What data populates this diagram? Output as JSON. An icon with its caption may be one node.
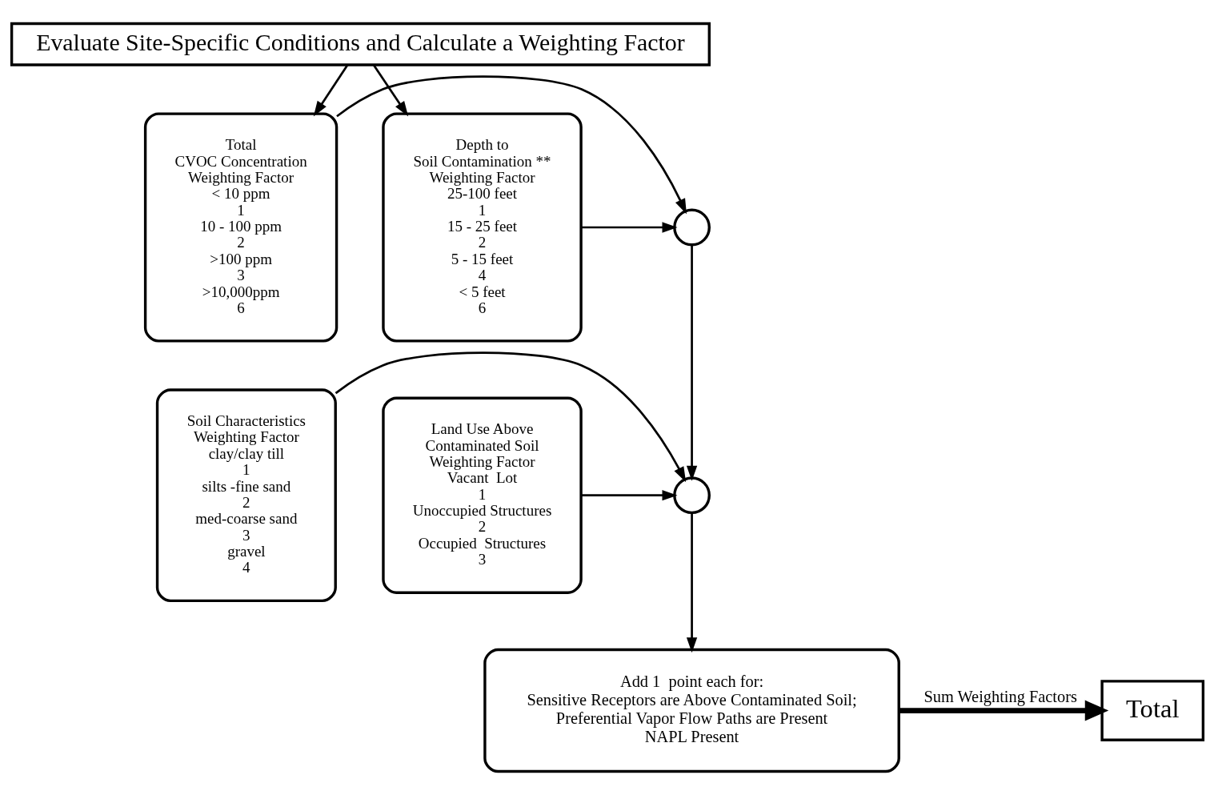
{
  "diagram": {
    "nodes": [
      {
        "text": [
          "Evaluate Site-Specific Conditions and Calculate a Weighting Factor"
        ]
      },
      {
        "text": [
          "Total",
          "CVOC Concentration",
          "Weighting Factor",
          "< 10 ppm",
          "1",
          "10 - 100 ppm",
          "2",
          ">100 ppm",
          "3",
          ">10,000ppm",
          "6"
        ]
      },
      {
        "text": [
          "Depth to",
          "Soil Contamination **",
          "Weighting Factor",
          "25-100 feet",
          "1",
          "15 - 25 feet",
          "2",
          "5 - 15 feet",
          "4",
          "< 5 feet",
          "6"
        ]
      },
      {
        "text": [],
        "shape": "circle"
      },
      {
        "text": [
          "Soil Characteristics",
          "Weighting Factor",
          "clay/clay till",
          "1",
          "silts -fine sand",
          "2",
          "med-coarse sand",
          "3",
          "gravel",
          "4"
        ]
      },
      {
        "text": [
          "Land Use Above",
          "Contaminated Soil",
          "Weighting Factor",
          "Vacant  Lot",
          "1",
          "Unoccupied Structures",
          "2",
          "Occupied  Structures",
          "3"
        ]
      },
      {
        "text": [],
        "shape": "circle"
      },
      {
        "text": [
          "Add 1  point each for:",
          "Sensitive Receptors are Above Contaminated Soil;",
          "Preferential Vapor Flow Paths are Present",
          "NAPL Present"
        ]
      },
      {
        "text": [
          "Total"
        ]
      }
    ],
    "edges": [
      {
        "from": 0,
        "to": 1,
        "arrow": "to"
      },
      {
        "from": 0,
        "to": 2,
        "arrow": "to"
      },
      {
        "from": 1,
        "to": 3,
        "arrow": "to"
      },
      {
        "from": 2,
        "to": 3,
        "arrow": "to"
      },
      {
        "from": 3,
        "to": 6,
        "arrow": "to"
      },
      {
        "from": 4,
        "to": 6,
        "arrow": "to"
      },
      {
        "from": 5,
        "to": 6,
        "arrow": "to"
      },
      {
        "from": 6,
        "to": 7,
        "arrow": "to"
      },
      {
        "from": 7,
        "to": 8,
        "arrow": "to",
        "label": "Sum Weighting Factors",
        "style": "thick"
      }
    ]
  }
}
